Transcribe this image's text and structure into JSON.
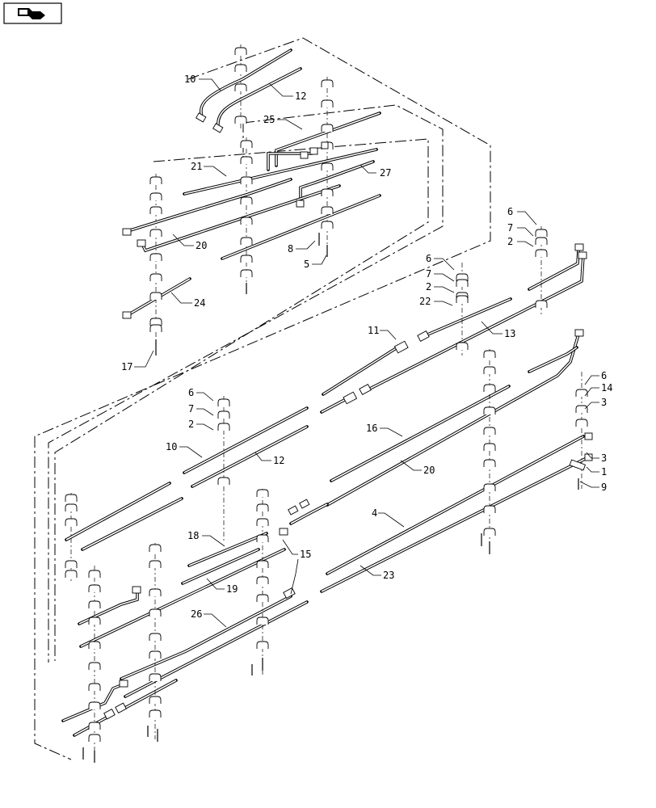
{
  "icons": {
    "nav_icon": "back-arrow-icon"
  },
  "callouts": [
    {
      "id": "c10a",
      "text": "10"
    },
    {
      "id": "c12a",
      "text": "12"
    },
    {
      "id": "c25",
      "text": "25"
    },
    {
      "id": "c21",
      "text": "21"
    },
    {
      "id": "c27",
      "text": "27"
    },
    {
      "id": "c20a",
      "text": "20"
    },
    {
      "id": "c8",
      "text": "8"
    },
    {
      "id": "c5",
      "text": "5"
    },
    {
      "id": "c24",
      "text": "24"
    },
    {
      "id": "c17",
      "text": "17"
    },
    {
      "id": "c6a",
      "text": "6"
    },
    {
      "id": "c7a",
      "text": "7"
    },
    {
      "id": "c2a",
      "text": "2"
    },
    {
      "id": "c6b",
      "text": "6"
    },
    {
      "id": "c7b",
      "text": "7"
    },
    {
      "id": "c2b",
      "text": "2"
    },
    {
      "id": "c22",
      "text": "22"
    },
    {
      "id": "c11",
      "text": "11"
    },
    {
      "id": "c13",
      "text": "13"
    },
    {
      "id": "c6c",
      "text": "6"
    },
    {
      "id": "c7c",
      "text": "7"
    },
    {
      "id": "c2c",
      "text": "2"
    },
    {
      "id": "c10b",
      "text": "10"
    },
    {
      "id": "c12b",
      "text": "12"
    },
    {
      "id": "c16",
      "text": "16"
    },
    {
      "id": "c20b",
      "text": "20"
    },
    {
      "id": "c6d",
      "text": "6"
    },
    {
      "id": "c14",
      "text": "14"
    },
    {
      "id": "c3a",
      "text": "3"
    },
    {
      "id": "c3b",
      "text": "3"
    },
    {
      "id": "c1",
      "text": "1"
    },
    {
      "id": "c9",
      "text": "9"
    },
    {
      "id": "c4",
      "text": "4"
    },
    {
      "id": "c18",
      "text": "18"
    },
    {
      "id": "c15",
      "text": "15"
    },
    {
      "id": "c19",
      "text": "19"
    },
    {
      "id": "c23",
      "text": "23"
    },
    {
      "id": "c26",
      "text": "26"
    }
  ]
}
